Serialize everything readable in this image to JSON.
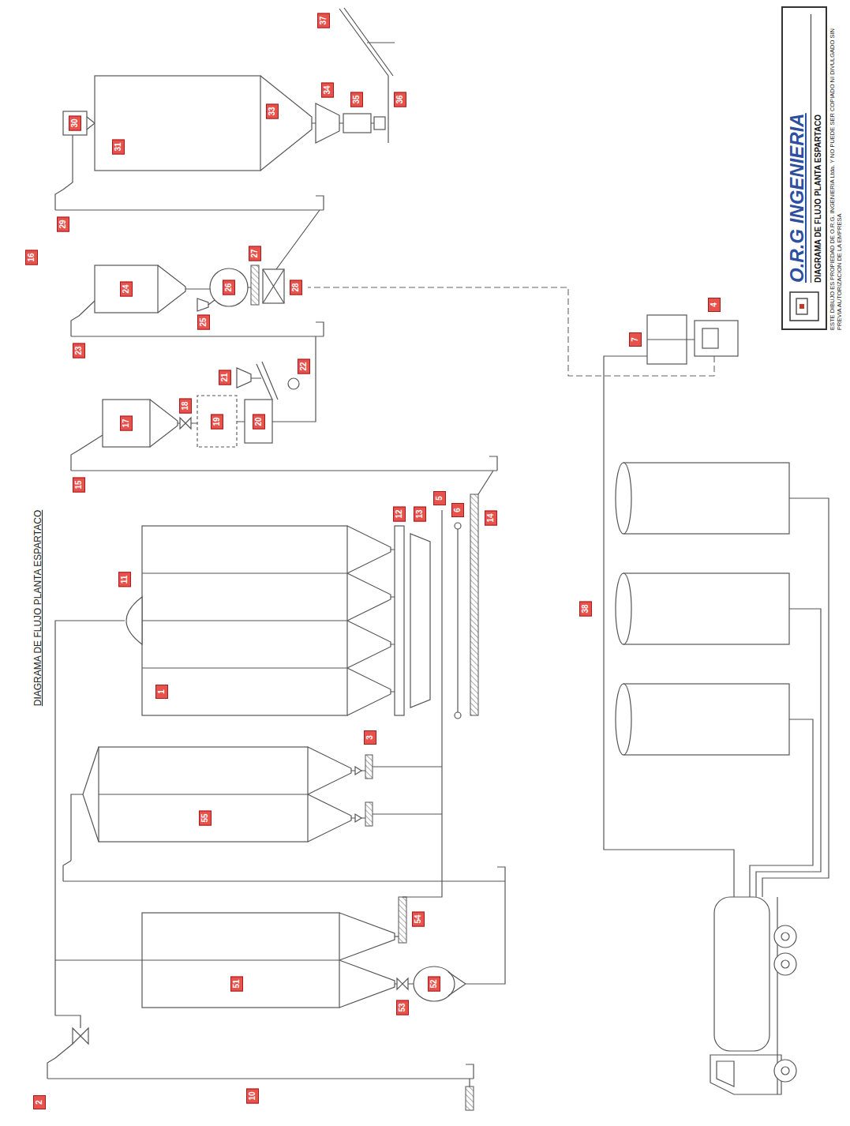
{
  "diagram": {
    "title": "DIAGRAMA DE FLUJO PLANTA ESPARTACO",
    "nodes": [
      {
        "text": [
          "O.R.G INGENIERIA",
          "DIAGRAMA DE FLUJO PLANTA ESPARTACO",
          "ESTE DIBUJO ES PROPIEDAD DE O.R.G. INGENIERIA Ltda. Y NO PUEDE SER COPIADO NI DIVULGADO SIN PREVIA AUTORIZACION DE LA EMPRESA"
        ]
      }
    ],
    "labels": [
      "2",
      "10",
      "51",
      "53",
      "52",
      "54",
      "55",
      "3",
      "11",
      "1",
      "12",
      "13",
      "5",
      "6",
      "14",
      "15",
      "16",
      "17",
      "18",
      "19",
      "20",
      "21",
      "22",
      "23",
      "24",
      "25",
      "26",
      "27",
      "28",
      "29",
      "30",
      "31",
      "33",
      "34",
      "35",
      "36",
      "37",
      "38",
      "7",
      "4"
    ]
  }
}
